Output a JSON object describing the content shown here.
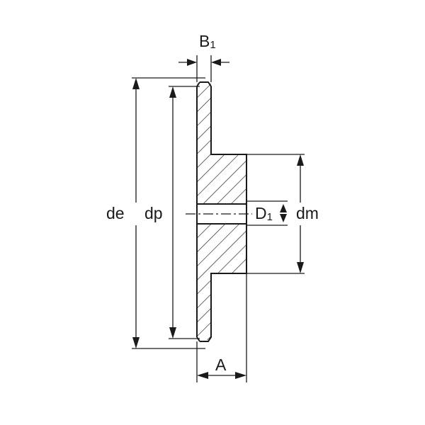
{
  "labels": {
    "b1_main": "B",
    "b1_sub": "1",
    "de": "de",
    "dp": "dp",
    "d1_main": "D",
    "d1_sub": "1",
    "dm": "dm",
    "a": "A"
  },
  "colors": {
    "line": "#1a1a1a",
    "background": "#ffffff"
  }
}
